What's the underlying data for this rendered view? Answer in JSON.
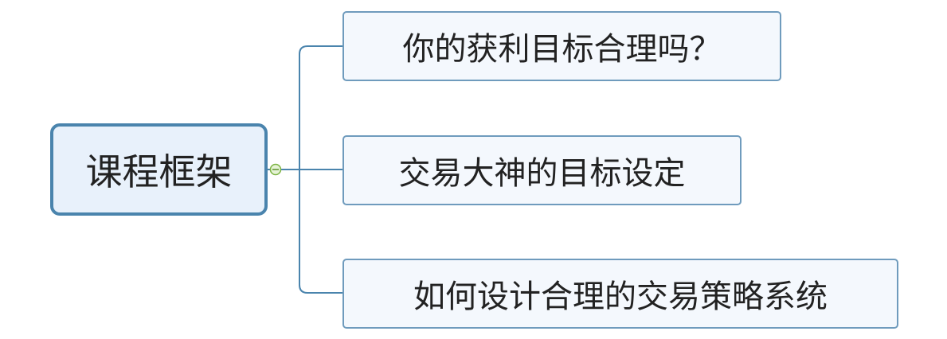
{
  "root": {
    "label": "课程框架"
  },
  "children": [
    {
      "label": "你的获利目标合理吗？"
    },
    {
      "label": "交易大神的目标设定"
    },
    {
      "label": "如何设计合理的交易策略系统"
    }
  ],
  "colors": {
    "line": "#4a84ad",
    "root_fill": "#e8f1fb",
    "child_fill": "#f4f8fd",
    "collapse": "#7cb342"
  }
}
